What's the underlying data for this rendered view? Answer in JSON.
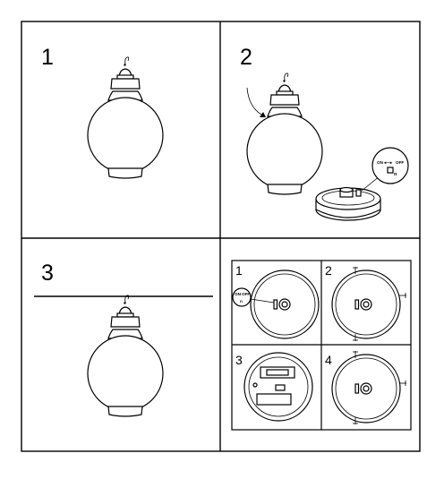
{
  "panels": [
    {
      "number": "1"
    },
    {
      "number": "2",
      "switch_label": "ON",
      "switch_label_off": "OFF",
      "lens_mark": "n"
    },
    {
      "number": "3"
    },
    {
      "number": "",
      "subpanels": [
        {
          "number": "1",
          "switch_label": "ON",
          "switch_label_off": "OFF",
          "lens_mark": "n"
        },
        {
          "number": "2"
        },
        {
          "number": "3"
        },
        {
          "number": "4"
        }
      ]
    }
  ]
}
